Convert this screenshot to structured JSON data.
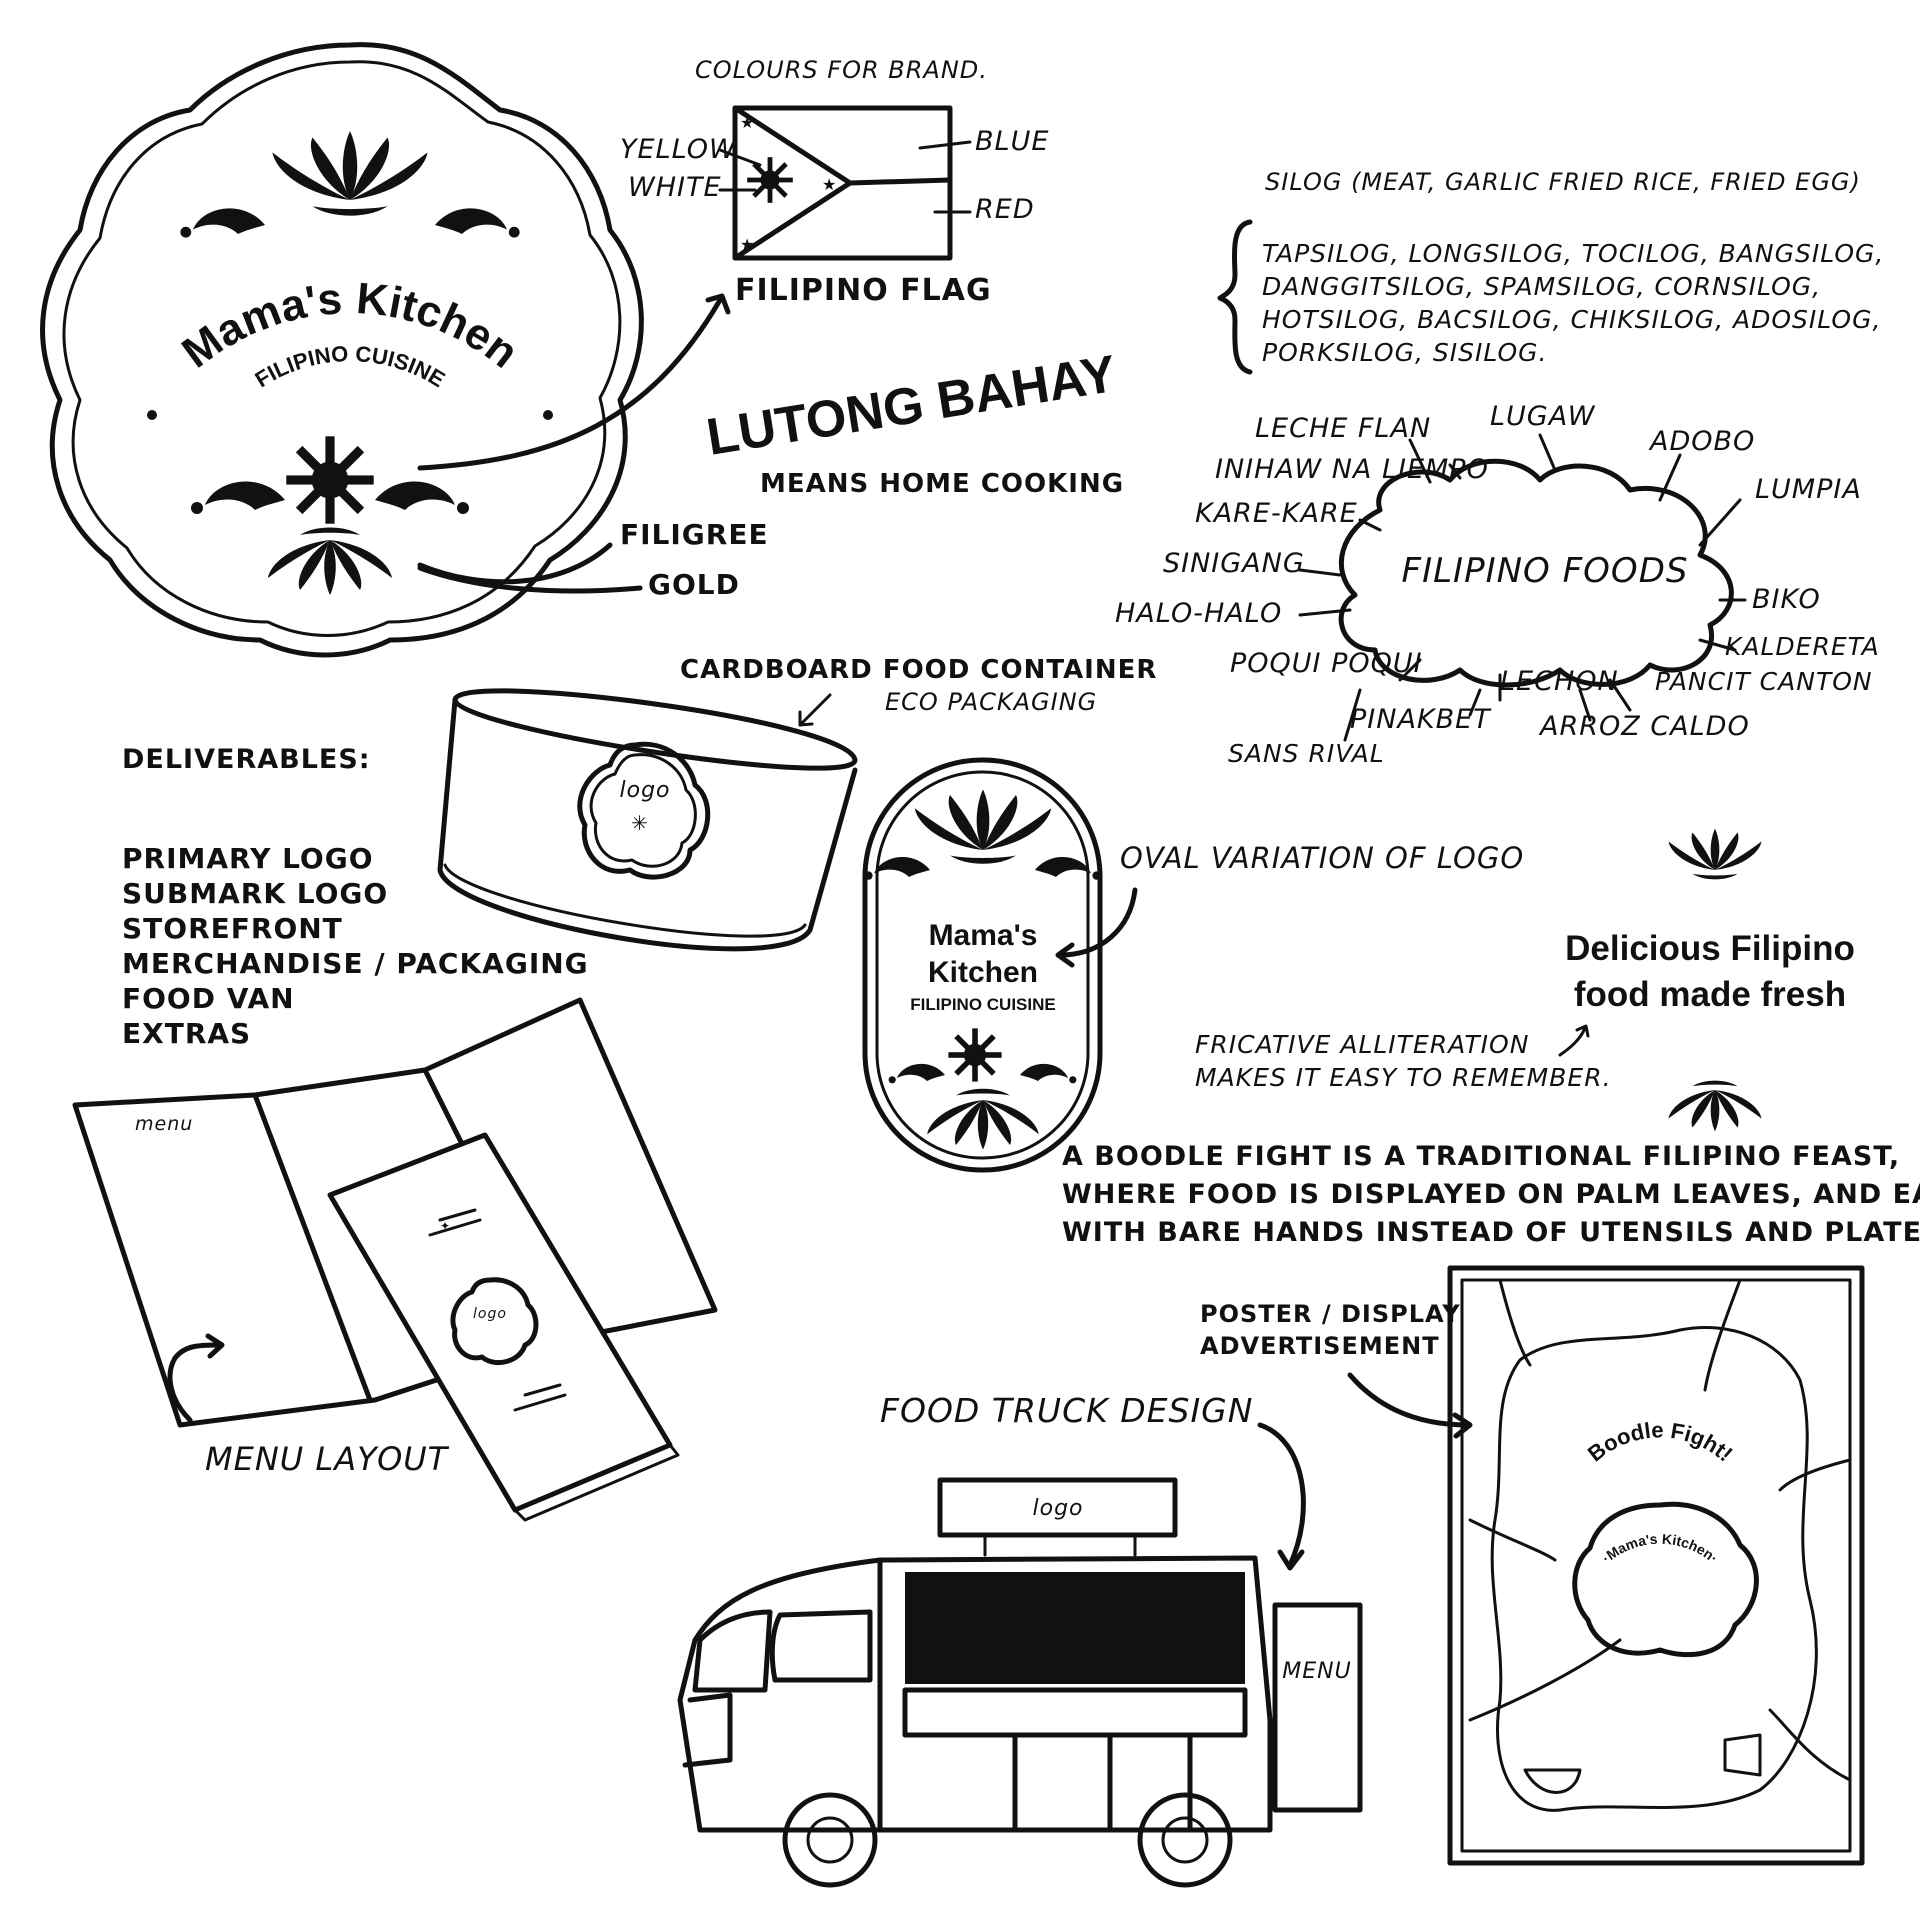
{
  "palette": {
    "ink": "#111111",
    "paper": "#ffffff"
  },
  "logo": {
    "name": "Mama's Kitchen",
    "tagline": "FILIPINO CUISINE"
  },
  "flag": {
    "heading": "COLOURS FOR BRAND.",
    "caption": "FILIPINO FLAG",
    "labels": {
      "yellow": "YELLOW",
      "white": "WHITE",
      "blue": "BLUE",
      "red": "RED"
    }
  },
  "annotations": {
    "filigree": "FILIGREE",
    "gold": "GOLD",
    "lutong_bahay": "LUTONG BAHAY",
    "lutong_bahay_meaning": "MEANS HOME COOKING",
    "cardboard": "CARDBOARD FOOD CONTAINER",
    "eco": "ECO PACKAGING",
    "container_logo": "logo",
    "oval_variation": "OVAL VARIATION OF LOGO",
    "oval_name_1": "Mama's",
    "oval_name_2": "Kitchen",
    "oval_tagline": "FILIPINO CUISINE"
  },
  "silog": {
    "heading": "SILOG (MEAT, GARLIC FRIED RICE, FRIED EGG)",
    "lines": [
      "TAPSILOG, LONGSILOG, TOCILOG, BANGSILOG,",
      "DANGGITSILOG, SPAMSILOG, CORNSILOG,",
      "HOTSILOG, BACSILOG, CHIKSILOG, ADOSILOG,",
      "PORKSILOG, SISILOG."
    ]
  },
  "foods": {
    "center": "FILIPINO FOODS",
    "items": [
      "LECHE FLAN",
      "LUGAW",
      "ADOBO",
      "LUMPIA",
      "INIHAW NA LIEMPO",
      "KARE-KARE",
      "SINIGANG",
      "HALO-HALO",
      "BIKO",
      "KALDERETA",
      "POQUI POQUI",
      "LECHON",
      "PANCIT CANTON",
      "PINAKBET",
      "ARROZ CALDO",
      "SANS RIVAL"
    ]
  },
  "deliverables": {
    "heading": "DELIVERABLES:",
    "items": [
      "PRIMARY LOGO",
      "SUBMARK LOGO",
      "STOREFRONT",
      "MERCHANDISE / PACKAGING",
      "FOOD VAN",
      "EXTRAS"
    ]
  },
  "slogan": {
    "line1": "Delicious Filipino",
    "line2": "food made fresh",
    "note1": "FRICATIVE ALLITERATION",
    "note2": "MAKES IT EASY TO REMEMBER."
  },
  "boodle": {
    "line1": "A BOODLE FIGHT IS A TRADITIONAL FILIPINO FEAST,",
    "line2": "WHERE FOOD IS DISPLAYED ON PALM LEAVES, AND EATEN",
    "line3": "WITH BARE HANDS INSTEAD OF UTENSILS AND PLATES."
  },
  "menu": {
    "cover": "menu",
    "brochure_logo": "logo",
    "caption": "MENU LAYOUT"
  },
  "truck": {
    "caption": "FOOD TRUCK DESIGN",
    "sign": "logo",
    "menu_board": "MENU"
  },
  "poster": {
    "caption1": "POSTER / DISPLAY",
    "caption2": "ADVERTISEMENT",
    "title": "Boodle Fight!",
    "brand": "·Mama's Kitchen·"
  }
}
